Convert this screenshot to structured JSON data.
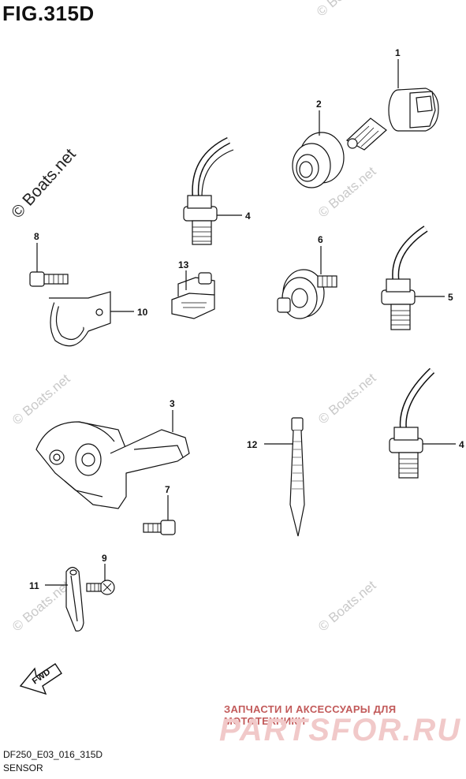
{
  "figure": {
    "title": "FIG.315D",
    "code": "DF250_E03_016_315D",
    "name": "SENSOR"
  },
  "watermarks": {
    "main": "© Boats.net",
    "faint": "© Boats.net"
  },
  "branding": {
    "tagline": "ЗАПЧАСТИ И АКСЕССУАРЫ ДЛЯ МОТОТЕХНИКИ",
    "logo": "PARTSFOR.RU"
  },
  "fwd_label": "FWD",
  "callouts": {
    "c1": "1",
    "c2": "2",
    "c3": "3",
    "c4a": "4",
    "c4b": "4",
    "c5": "5",
    "c6": "6",
    "c7": "7",
    "c8": "8",
    "c9": "9",
    "c10": "10",
    "c11": "11",
    "c12": "12",
    "c13": "13"
  }
}
